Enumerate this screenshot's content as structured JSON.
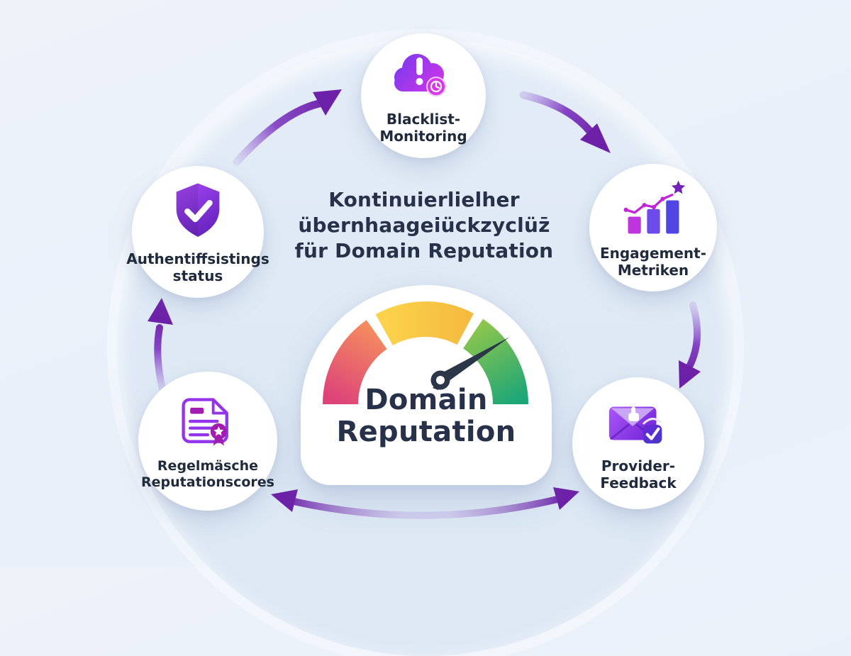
{
  "title": {
    "line1": "Kontinuierlielher",
    "line2": "übernhaageiückzyclüz̄",
    "line3": "für Domain Reputation"
  },
  "center": {
    "label": "Domain\nReputation",
    "gauge": {
      "type": "semicircle-meter",
      "segments": [
        {
          "name": "low",
          "color": "#e0517a"
        },
        {
          "name": "medium",
          "color": "#f8c544"
        },
        {
          "name": "high",
          "color": "#35ab72"
        }
      ],
      "needle_position": "high"
    }
  },
  "nodes": [
    {
      "id": "blacklist-monitoring",
      "label": "Blacklist-\nMonitoring",
      "icon": "alert-cloud-icon"
    },
    {
      "id": "engagement-metriken",
      "label": "Engagement-\nMetriken",
      "icon": "growth-chart-icon"
    },
    {
      "id": "provider-feedback",
      "label": "Provider-\nFeedback",
      "icon": "mail-thumbs-up-icon"
    },
    {
      "id": "regelmaessige-reputationscores",
      "label": "Regelmäsche\nReputationscores",
      "icon": "score-report-icon"
    },
    {
      "id": "authentifizierungsstatus",
      "label": "Authentiffsistings\nstatus",
      "icon": "shield-check-icon"
    }
  ],
  "arrows": [
    {
      "from": "authentifizierungsstatus",
      "to": "blacklist-monitoring",
      "style": "curved"
    },
    {
      "from": "blacklist-monitoring",
      "to": "engagement-metriken",
      "style": "curved"
    },
    {
      "from": "engagement-metriken",
      "to": "provider-feedback",
      "style": "curved"
    },
    {
      "from": "provider-feedback",
      "to": "regelmaessige-reputationscores",
      "style": "curved-double-headed"
    },
    {
      "from": "regelmaessige-reputationscores",
      "to": "authentifizierungsstatus",
      "style": "curved"
    }
  ],
  "colors": {
    "background": "#eef3fa",
    "node_bg": "#ffffff",
    "text_dark": "#273149",
    "accent_purple": "#7e22ce",
    "gauge_red": "#e0517a",
    "gauge_yellow": "#f8c544",
    "gauge_green": "#35ab72",
    "needle": "#2b3648"
  }
}
